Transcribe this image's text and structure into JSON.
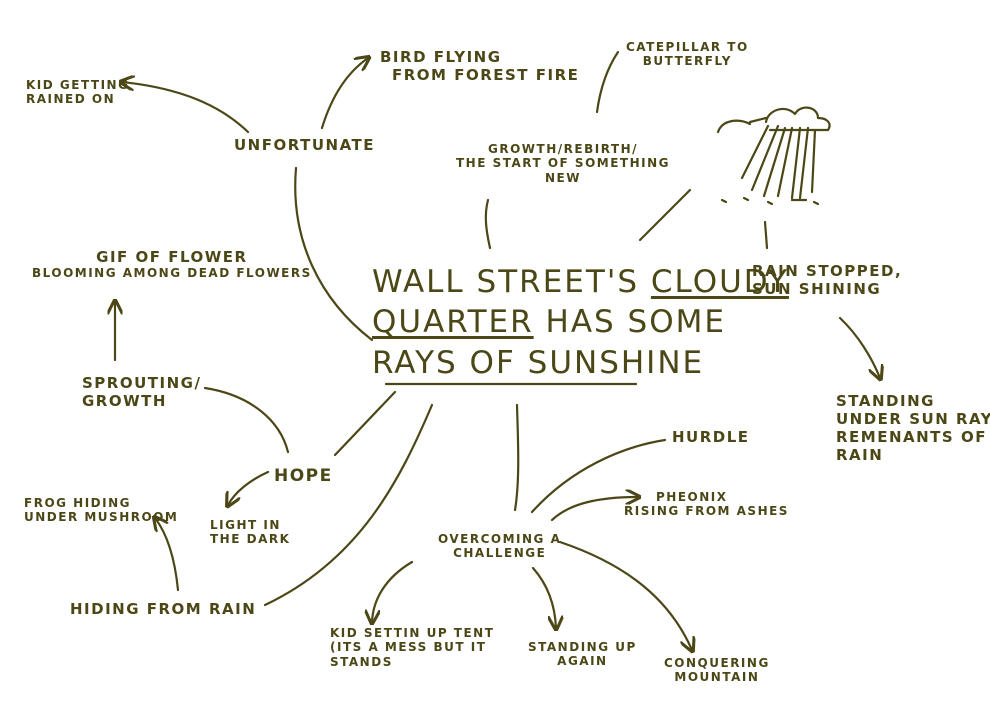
{
  "central": {
    "line1_part1": "WALL STREET'S ",
    "line1_part2": "CLOUDY",
    "line2_part1": "QUARTER",
    "line2_part2": " HAS SOME",
    "line3": "RAYS OF SUNSHINE"
  },
  "nodes": {
    "kid_rained_on": [
      "KID GETTING",
      "RAINED ON"
    ],
    "bird_flying": [
      "BIRD FLYING",
      "FROM FOREST FIRE"
    ],
    "unfortunate": [
      "UNFORTUNATE"
    ],
    "catepillar": [
      "CATEPILLAR TO",
      "BUTTERFLY"
    ],
    "growth_rebirth": [
      "GROWTH/REBIRTH/",
      "THE START OF SOMETHING",
      "NEW"
    ],
    "gif_flower": [
      "GIF OF FLOWER",
      "BLOOMING AMONG DEAD FLOWERS"
    ],
    "rain_stopped": [
      "RAIN STOPPED,",
      "SUN SHINING"
    ],
    "sprouting": [
      "SPROUTING/",
      "GROWTH"
    ],
    "standing_sun_ray": [
      "STANDING",
      "UNDER SUN RAY,",
      "REMENANTS OF",
      "RAIN"
    ],
    "hope": [
      "HOPE"
    ],
    "hurdle": [
      "HURDLE"
    ],
    "frog_hiding": [
      "FROG HIDING",
      "UNDER MUSHROOM"
    ],
    "light_dark": [
      "LIGHT IN",
      "THE DARK"
    ],
    "pheonix": [
      "PHEONIX",
      "RISING FROM ASHES"
    ],
    "overcoming": [
      "OVERCOMING A",
      "CHALLENGE"
    ],
    "hiding_rain": [
      "HIDING FROM RAIN"
    ],
    "kid_tent": [
      "KID SETTIN UP TENT",
      "(ITS A MESS BUT IT",
      "STANDS"
    ],
    "standing_up": [
      "STANDING UP",
      "AGAIN"
    ],
    "conquering": [
      "CONQUERING",
      "MOUNTAIN"
    ]
  }
}
